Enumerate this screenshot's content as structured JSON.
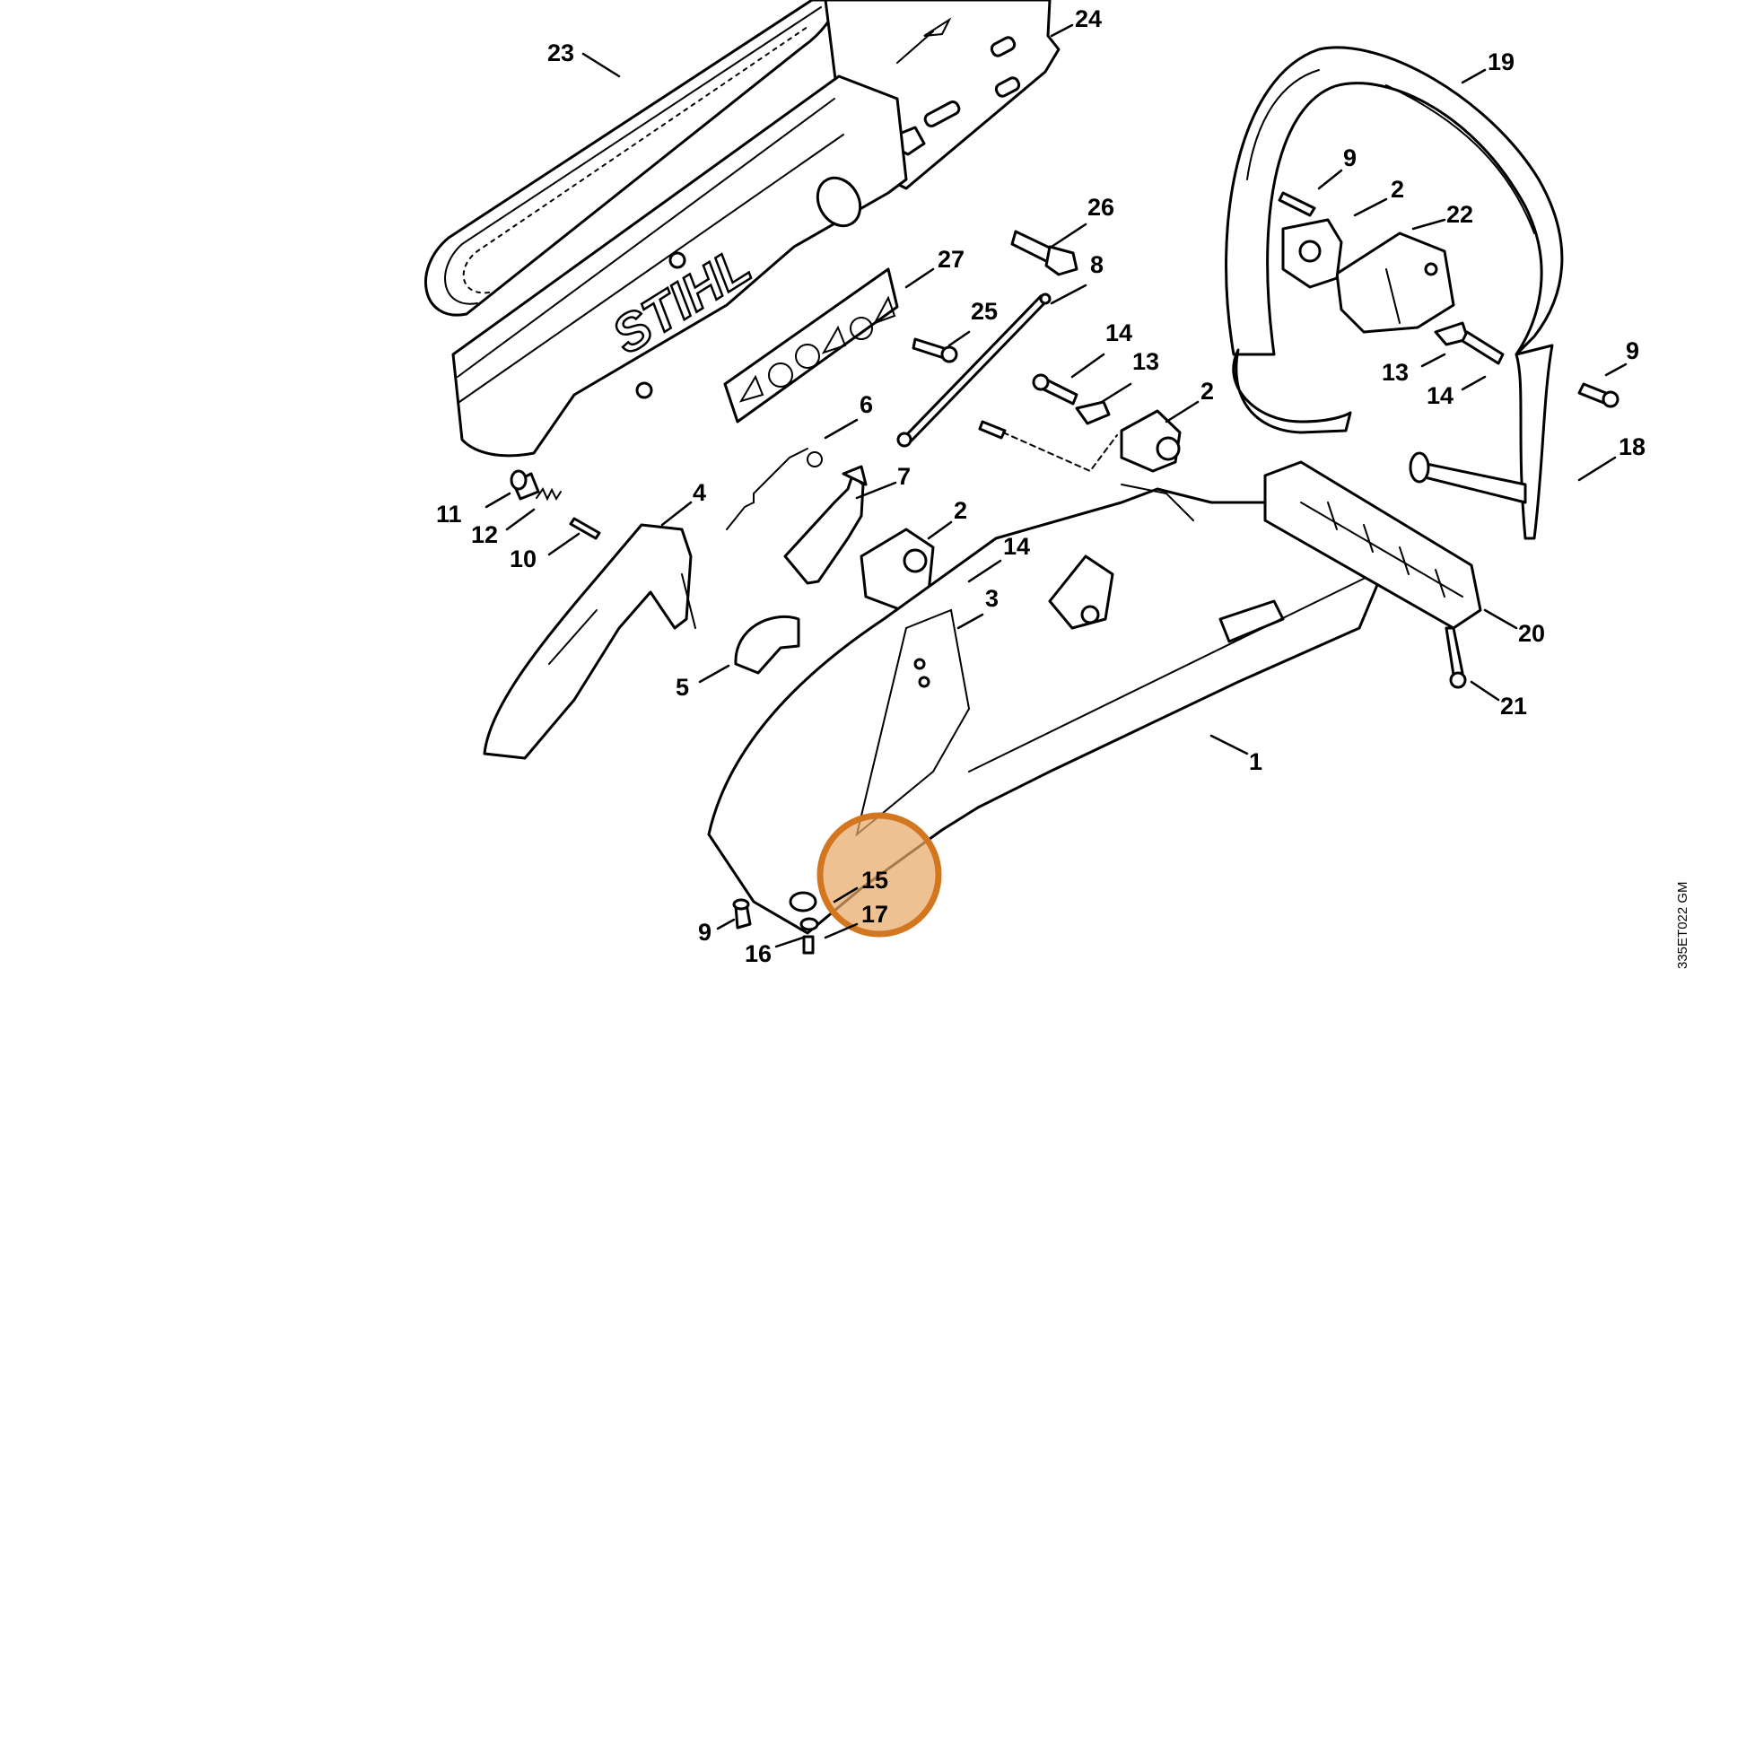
{
  "diagram": {
    "brand_logo": "STIHL",
    "drawing_code": "335ET022 GM",
    "highlight_color": "#e8a96a",
    "highlight_stroke": "#d2761f",
    "highlighted_callouts": [
      "15",
      "17"
    ],
    "callouts": {
      "c1": "1",
      "c2a": "2",
      "c2b": "2",
      "c2c": "2",
      "c3": "3",
      "c4": "4",
      "c5": "5",
      "c6": "6",
      "c7": "7",
      "c8": "8",
      "c9a": "9",
      "c9b": "9",
      "c9c": "9",
      "c10": "10",
      "c11": "11",
      "c12": "12",
      "c13a": "13",
      "c13b": "13",
      "c14a": "14",
      "c14b": "14",
      "c14c": "14",
      "c15": "15",
      "c16": "16",
      "c17": "17",
      "c18": "18",
      "c19": "19",
      "c20": "20",
      "c21": "21",
      "c22": "22",
      "c23": "23",
      "c24": "24",
      "c25": "25",
      "c26": "26",
      "c27": "27"
    }
  }
}
